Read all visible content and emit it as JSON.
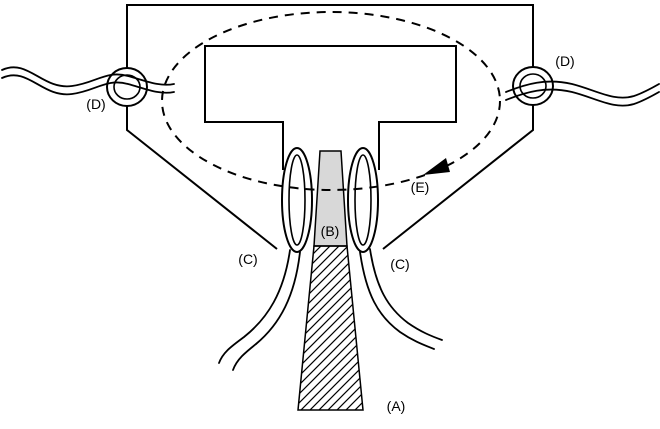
{
  "diagram": {
    "labels": {
      "a": "(A)",
      "b": "(B)",
      "c_left": "(C)",
      "c_right": "(C)",
      "d_left": "(D)",
      "d_right": "(D)",
      "e": "(E)"
    },
    "colors": {
      "outline": "#000000",
      "shade": "#d8d8d8",
      "background": "#ffffff"
    }
  }
}
